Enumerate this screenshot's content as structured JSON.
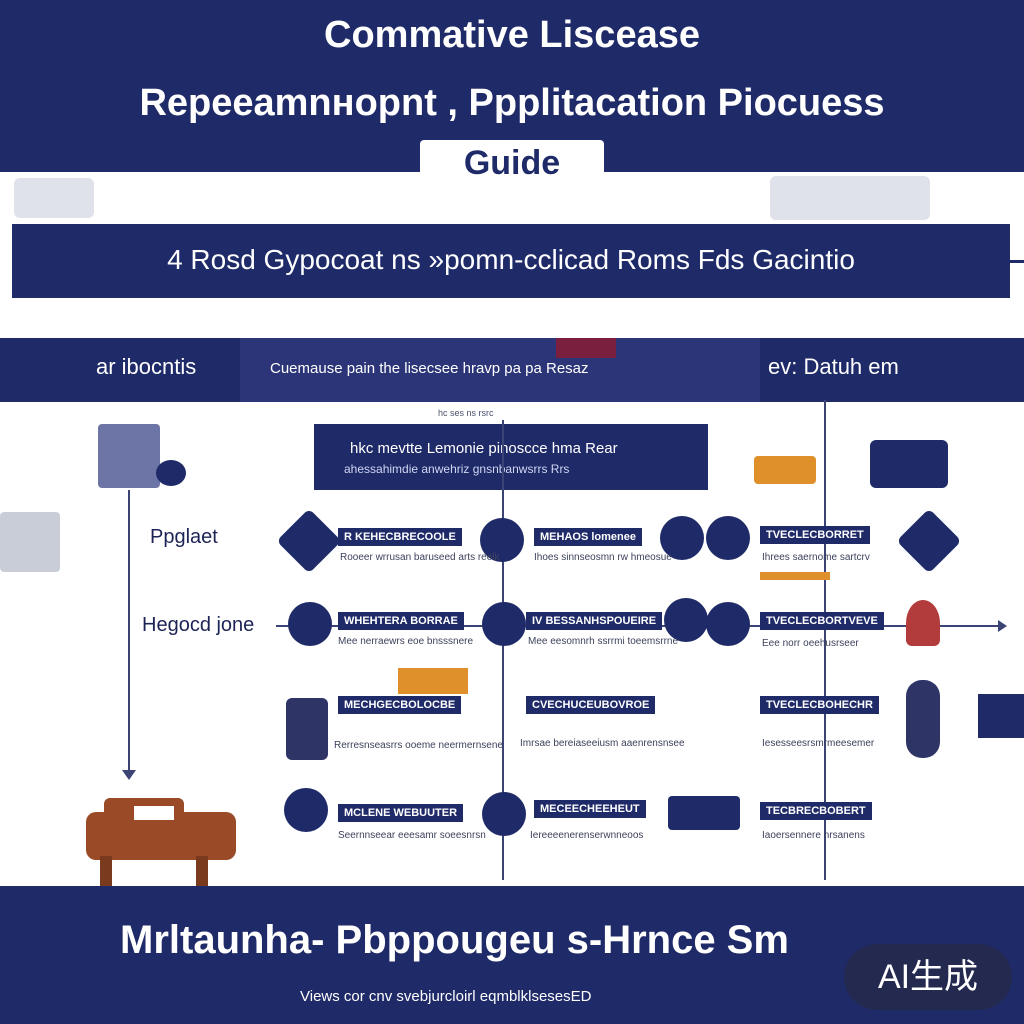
{
  "header": {
    "title_line1": "Commative Liscease",
    "title_line2": "Repeeamnнopnt , Ppplitacation Piocuess",
    "title_line3": "Guide"
  },
  "band1": {
    "text": "4 Rosd Gypocoat ns »pomn-cclicad  Roms Fds Gacintio"
  },
  "band2": {
    "left": "ar ibocntis",
    "middle": "Cuemause pain the lisecsee hravp pa pa Resaz",
    "right": "ev: Datuh em"
  },
  "infobox": {
    "label_above": "hc ses ns rsrc",
    "line1": "hkc mevtte Lemonie pinoscce hma Rear",
    "line2": "ahessahimdie anwehriz gnsnbanwsrrs Rrs"
  },
  "rows": {
    "row1_label": "Ppglaet",
    "row2_label": "Hegocd jone"
  },
  "steps": [
    {
      "label": "R KEHECBRECOOLE",
      "desc": "Rooeer wrrusan baruseed arts reelk"
    },
    {
      "label": "MEHAOS lomenee",
      "desc": "Ihoes sinnseosmn rw hmeosue"
    },
    {
      "label": "TVECLECBORRET",
      "desc": "Ihrees saernome sartcrv"
    },
    {
      "label": "WHEHTERA BORRAE",
      "desc": "Mee nerraewrs eoe bnsssnere"
    },
    {
      "label": "IV BESSANHSPOUEIRE",
      "desc": "Mee eesomnrh ssrrmi toeemsrrne"
    },
    {
      "label": "TVECLECBORTVEVE",
      "desc": "Eee norr oeehusrseer"
    },
    {
      "label": "MECHGECBOLOCBE",
      "desc": "Rerresnseasrrs ooeme neermernsene"
    },
    {
      "label": "CVECHUCEUBOVROE",
      "desc": "Imrsae bereiaseeiusm aaenrensnsee"
    },
    {
      "label": "TVECLECBOHECHR",
      "desc": "Iesesseesrsmrmeesemer"
    },
    {
      "label": "MCLENE WEBUUTER",
      "desc": "Seernnseear eeesamr soeesnrsn"
    },
    {
      "label": "MECEECHEEHEUT",
      "desc": "Iereeeenerenserwnneoos"
    },
    {
      "label": "TECBRECBOBERT",
      "desc": "Iaoersennere nrsanens"
    }
  ],
  "footer": {
    "title": "Mrltaunha- Pbppougeu s-Hrnce Sm",
    "subtitle": "Views cor cnv svebjurcloirl eqmblklsesesED"
  },
  "badge": {
    "text": "AI生成"
  },
  "colors": {
    "navy": "#1f2a68",
    "accent": "#7a1f3d",
    "car": "#9a4a26",
    "orange": "#e0902a"
  }
}
